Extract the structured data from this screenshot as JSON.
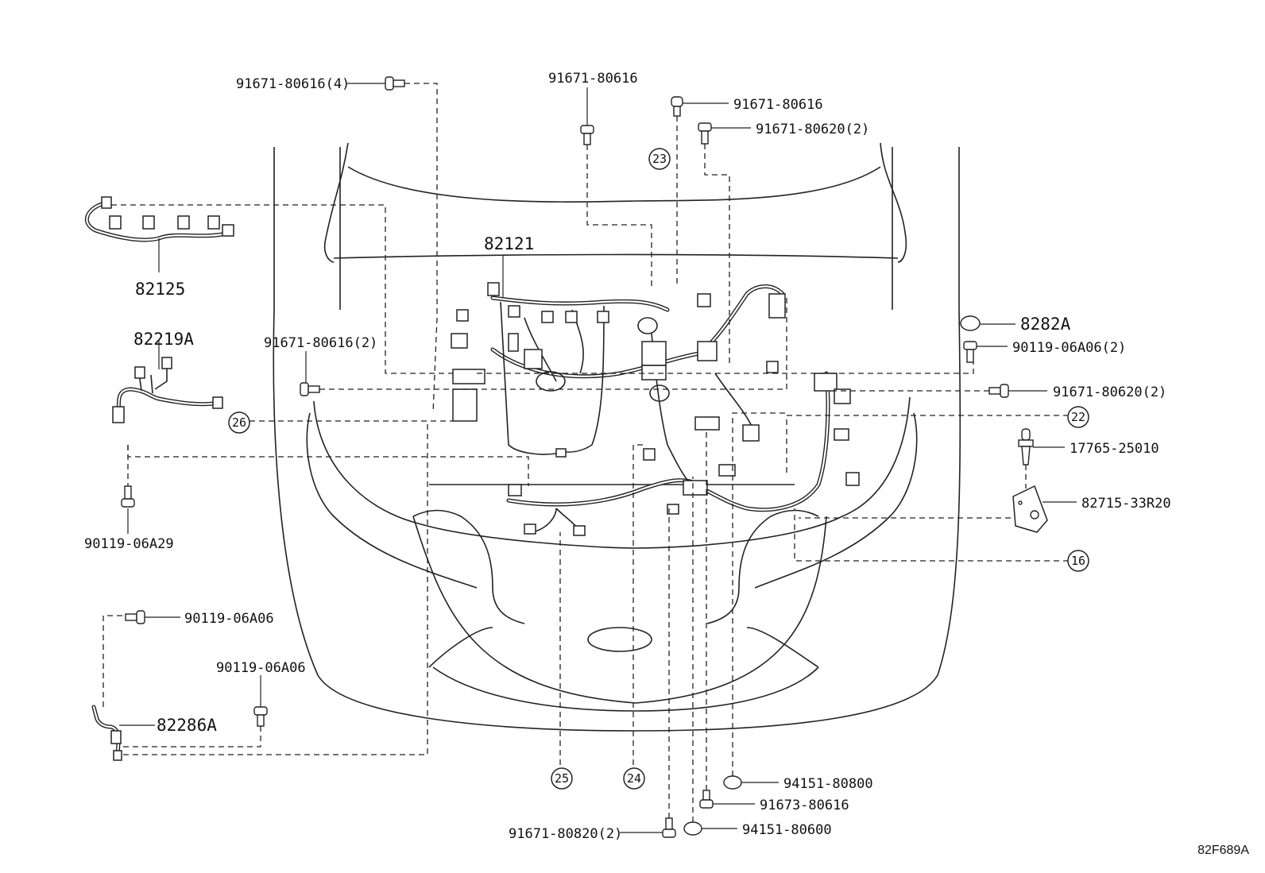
{
  "diagram_code": "82F689A",
  "parts": {
    "p82121": "82121",
    "p82125": "82125",
    "p82219A": "82219A",
    "p82286A": "82286A",
    "p8282A": "8282A",
    "p82715": "82715-33R20",
    "p17765": "17765-25010",
    "p90119_06A29": "90119-06A29",
    "p90119_06A06_a": "90119-06A06",
    "p90119_06A06_b": "90119-06A06",
    "p90119_06A06_2": "90119-06A06(2)",
    "p91671_80616_4": "91671-80616(4)",
    "p91671_80616_top": "91671-80616",
    "p91671_80616_r": "91671-80616",
    "p91671_80620_2_top": "91671-80620(2)",
    "p91671_80616_2": "91671-80616(2)",
    "p91671_80620_2_r": "91671-80620(2)",
    "p91671_80820_2": "91671-80820(2)",
    "p94151_80800": "94151-80800",
    "p91673_80616": "91673-80616",
    "p94151_80600": "94151-80600"
  },
  "callouts": {
    "c16": "16",
    "c22": "22",
    "c23": "23",
    "c24": "24",
    "c25": "25",
    "c26": "26"
  }
}
